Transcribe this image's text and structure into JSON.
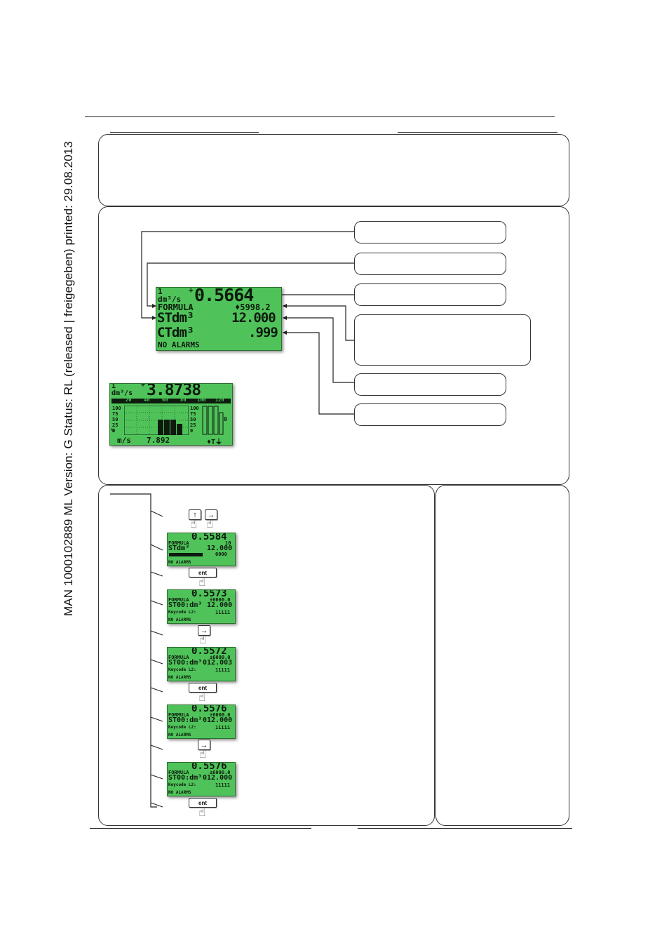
{
  "side_label": "MAN  1000102889  ML  Version: G  Status: RL (released | freigegeben)  printed: 29.08.2013",
  "main_display": {
    "unit_prefix": "1",
    "unit": "dm³/s",
    "plus": "+",
    "flow": "0.5664",
    "line2_label": "FORMULA",
    "line2_value": "♦5998.2",
    "line3_label": "STdm³",
    "line3_value": "12.000",
    "line4_label": "CTdm³",
    "line4_value": ".999",
    "status": "NO ALARMS"
  },
  "graph_display": {
    "unit_prefix": "1",
    "unit": "dm³/s",
    "plus": "+",
    "flow": "3.8738",
    "scale_labels": [
      "100",
      "75",
      "50",
      "25",
      "0"
    ],
    "axis_marks": [
      "20",
      "40",
      "60",
      "80",
      "100",
      "120"
    ],
    "bottom_unit": "m/s",
    "bottom_value": "7.892",
    "bottom_icons": "♦T⏚",
    "percent": "%",
    "side_value": "0"
  },
  "keys": {
    "ent": "ent",
    "up": "↑",
    "right": "→"
  },
  "steps": [
    {
      "flow": "0.5584",
      "l2": "FORMULA",
      "l2v": "10",
      "l3": "STdm³",
      "l3v": "12.000",
      "l4": "",
      "l4v": "0000",
      "l5": "NO ALARMS"
    },
    {
      "flow": "0.5573",
      "l2": "FORMULA",
      "l2v": "±6000.0",
      "l3": "ST00:dm³",
      "l3v": "12.000",
      "l4": "Keycode  L2:",
      "l4v": "11111",
      "l5": "NO ALARMS"
    },
    {
      "flow": "0.5572",
      "l2": "FORMULA",
      "l2v": "±6000.0",
      "l3": "ST00:dm³",
      "l3v": "012.003",
      "l4": "Keycode  L2:",
      "l4v": "11111",
      "l5": "NO ALARMS"
    },
    {
      "flow": "0.5576",
      "l2": "FORMULA",
      "l2v": "±6000.0",
      "l3": "ST00:dm³",
      "l3v": "012.000",
      "l4": "Keycode  L2:",
      "l4v": "11111",
      "l5": "NO ALARMS"
    },
    {
      "flow": "0.5576",
      "l2": "FORMULA",
      "l2v": "±6000.0",
      "l3": "ST00:dm³",
      "l3v": "012.000",
      "l4": "Keycode  L2:",
      "l4v": "11111",
      "l5": "NO ALARMS"
    }
  ],
  "colors": {
    "lcd_green": "#4fc35a",
    "lcd_text": "#0d1a0d"
  }
}
